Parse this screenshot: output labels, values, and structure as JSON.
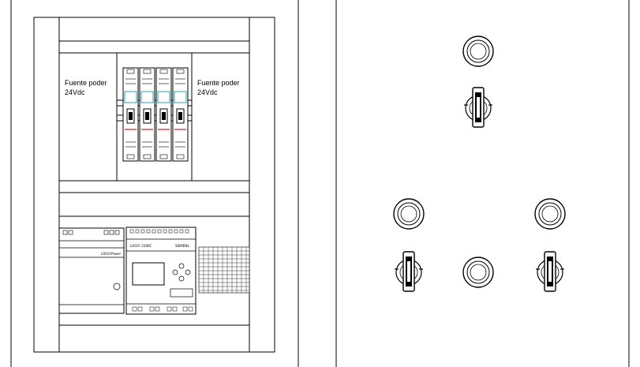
{
  "left_panel": {
    "psu_left": {
      "line1": "Fuente poder",
      "line2": "24Vdc"
    },
    "psu_right": {
      "line1": "Fuente poder",
      "line2": "24Vdc"
    },
    "logo_power": {
      "brand": "LOGO!Power"
    },
    "plc": {
      "model": "LOGO! 230RC",
      "brand": "SIEMENS"
    }
  },
  "right_panel": {
    "pilot_lights": [
      "pilot-light-top",
      "pilot-light-left",
      "pilot-light-right",
      "pilot-light-bottom-center"
    ],
    "selector_switches": [
      "selector-switch-top",
      "selector-switch-left",
      "selector-switch-right"
    ]
  },
  "colors": {
    "line": "#000000",
    "accent": "#2aa6b8",
    "breaker_red": "#cc2222",
    "background": "#ffffff"
  }
}
